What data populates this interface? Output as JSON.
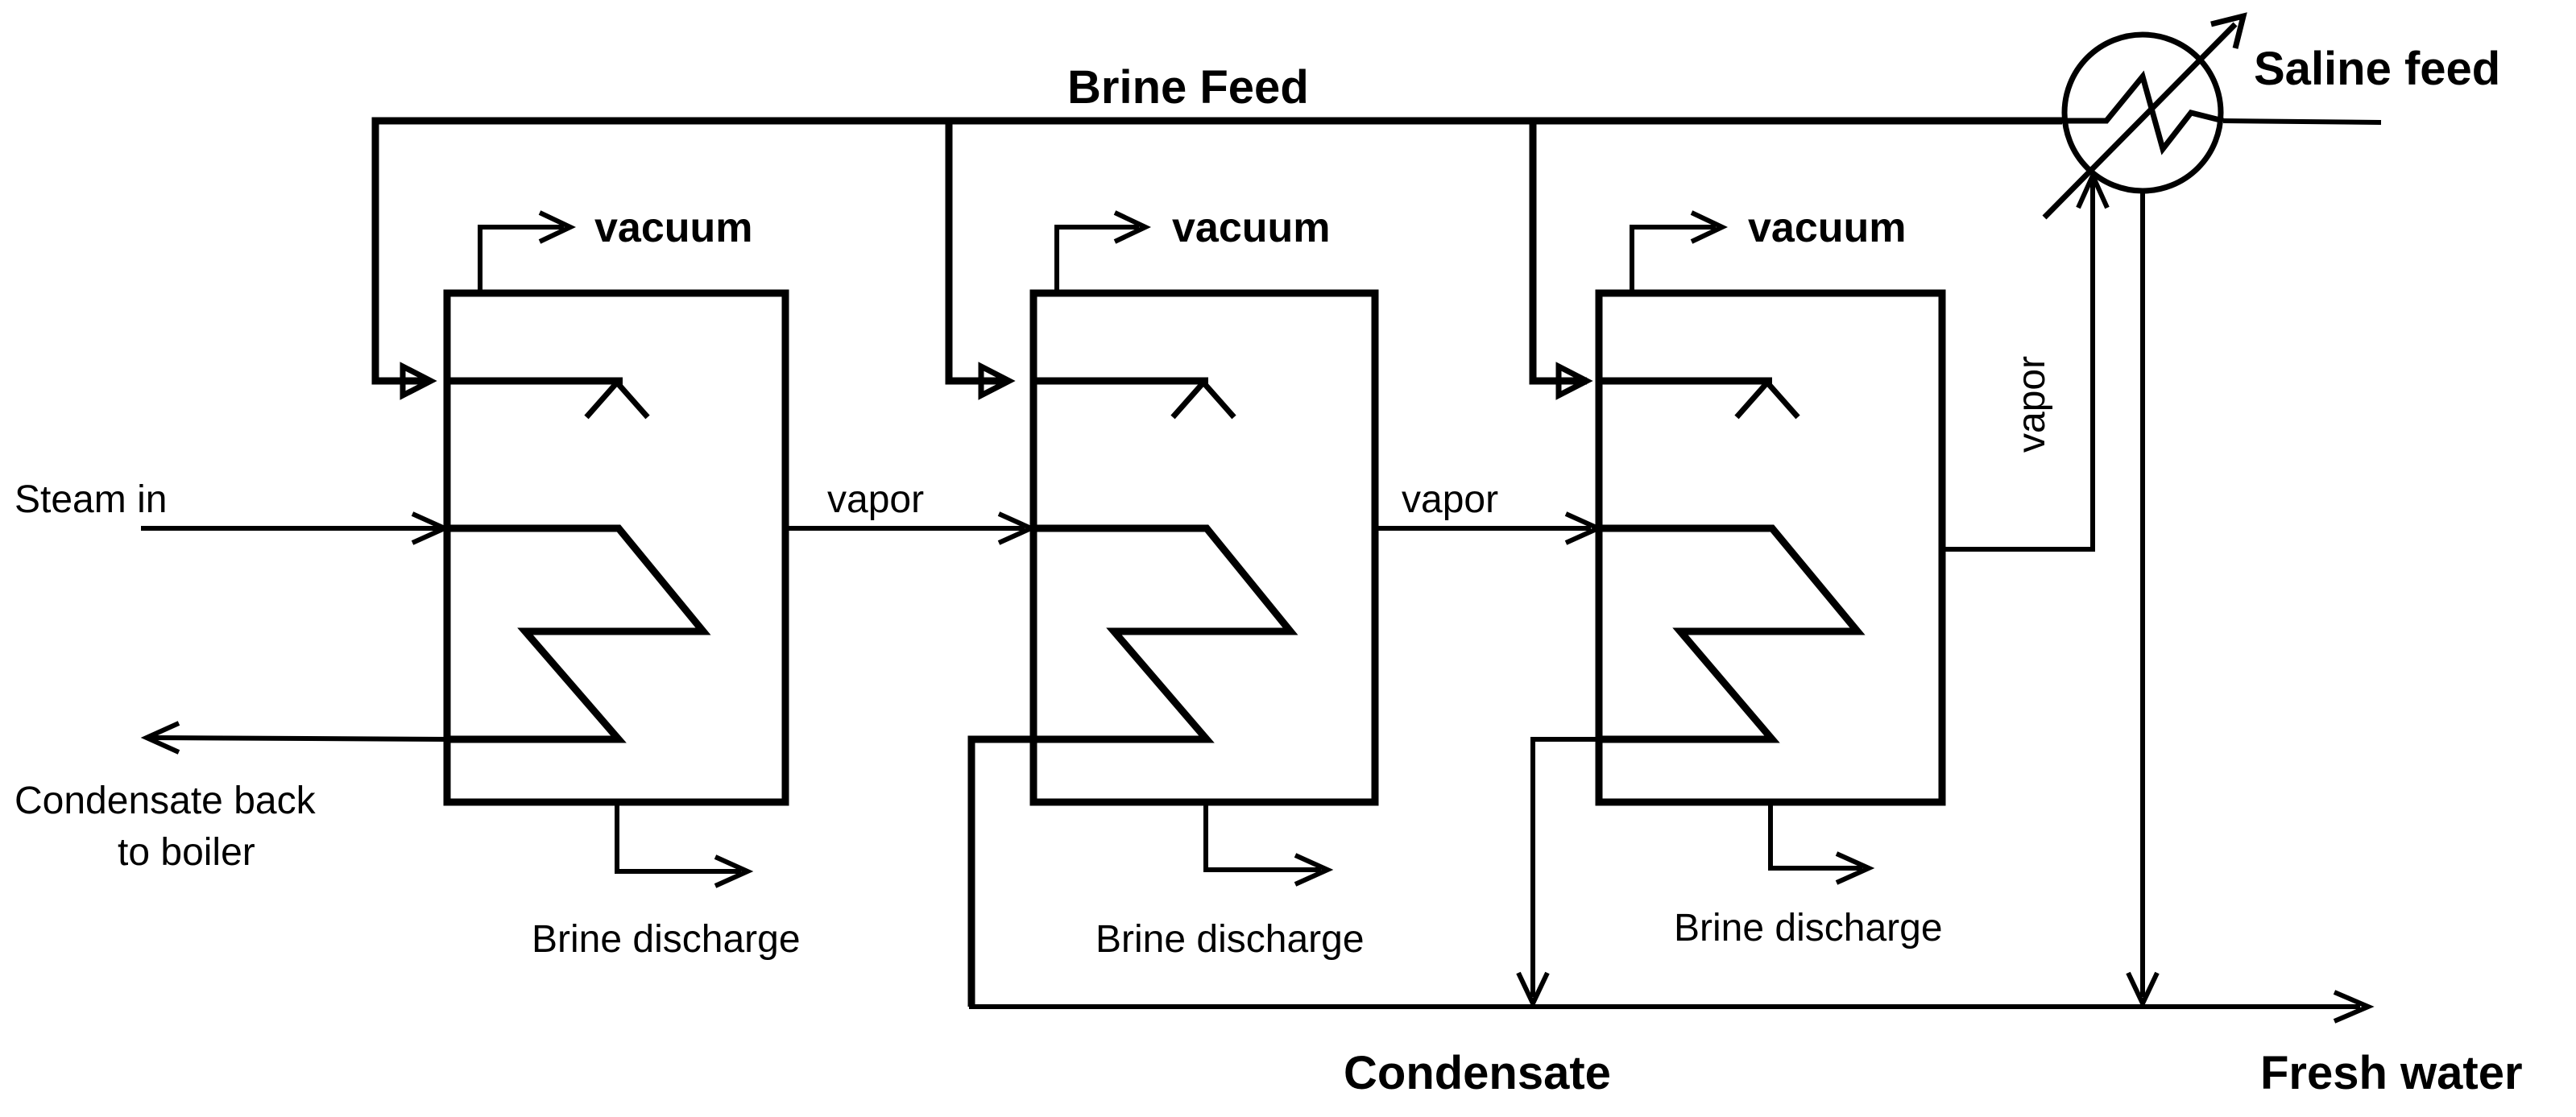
{
  "labels": {
    "brine_feed": "Brine Feed",
    "saline_feed": "Saline feed",
    "steam_in": "Steam in",
    "condensate_back_line1": "Condensate back",
    "condensate_back_line2": "to boiler",
    "vacuum": "vacuum",
    "vapor": "vapor",
    "brine_discharge": "Brine discharge",
    "condensate": "Condensate",
    "fresh_water": "Fresh water"
  },
  "effects": [
    {
      "vacuum_label": "vacuum",
      "brine_discharge_label": "Brine discharge"
    },
    {
      "vacuum_label": "vacuum",
      "brine_discharge_label": "Brine discharge"
    },
    {
      "vacuum_label": "vacuum",
      "brine_discharge_label": "Brine discharge"
    }
  ],
  "colors": {
    "stroke": "#000000",
    "background": "#ffffff"
  }
}
